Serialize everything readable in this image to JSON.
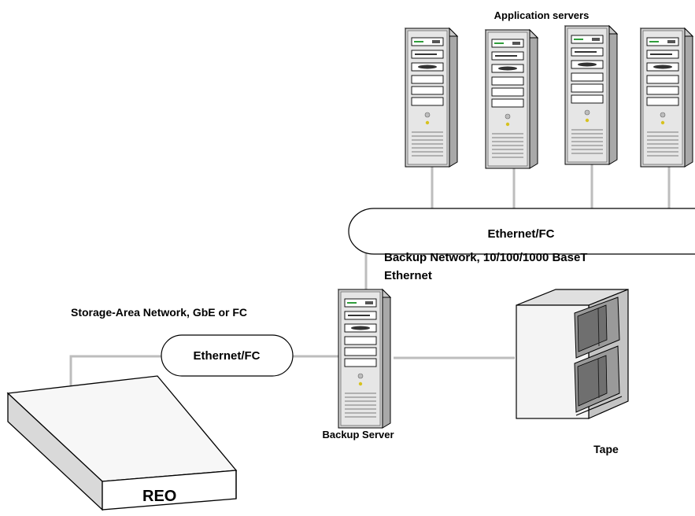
{
  "labels": {
    "application_servers": "Application servers",
    "backup_network_line1": "Backup Network, 10/100/1000 BaseT",
    "backup_network_line2": "Ethernet",
    "top_network_cloud": "Ethernet/FC",
    "san_label": "Storage-Area Network, GbE or FC",
    "san_cloud": "Ethernet/FC",
    "backup_server": "Backup Server",
    "tape": "Tape",
    "reo": "REO"
  },
  "colors": {
    "wire": "#bdbdbd",
    "server_body": "#d4d4d4",
    "server_front": "#e6e6e6",
    "led_green": "#2e9d3a",
    "led_yellow": "#d7c21f"
  },
  "icons": {
    "application_server": "tower-server-icon",
    "backup_server": "tower-server-icon",
    "tape": "tape-library-icon",
    "reo": "storage-appliance-icon"
  }
}
